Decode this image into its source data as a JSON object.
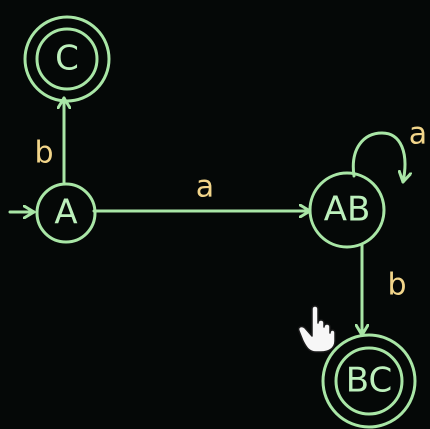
{
  "diagram": {
    "states": [
      {
        "id": "A",
        "label": "A",
        "accepting": false,
        "start": true
      },
      {
        "id": "C",
        "label": "C",
        "accepting": true,
        "start": false
      },
      {
        "id": "AB",
        "label": "AB",
        "accepting": false,
        "start": false
      },
      {
        "id": "BC",
        "label": "BC",
        "accepting": true,
        "start": false
      }
    ],
    "transitions": [
      {
        "from": "A",
        "to": "C",
        "label": "b"
      },
      {
        "from": "A",
        "to": "AB",
        "label": "a"
      },
      {
        "from": "AB",
        "to": "AB",
        "label": "a"
      },
      {
        "from": "AB",
        "to": "BC",
        "label": "b"
      }
    ],
    "colors": {
      "background": "#050807",
      "states": "#a9e6a6",
      "labels": "#f2d58a"
    },
    "cursor_icon": "pointer-hand-icon"
  }
}
